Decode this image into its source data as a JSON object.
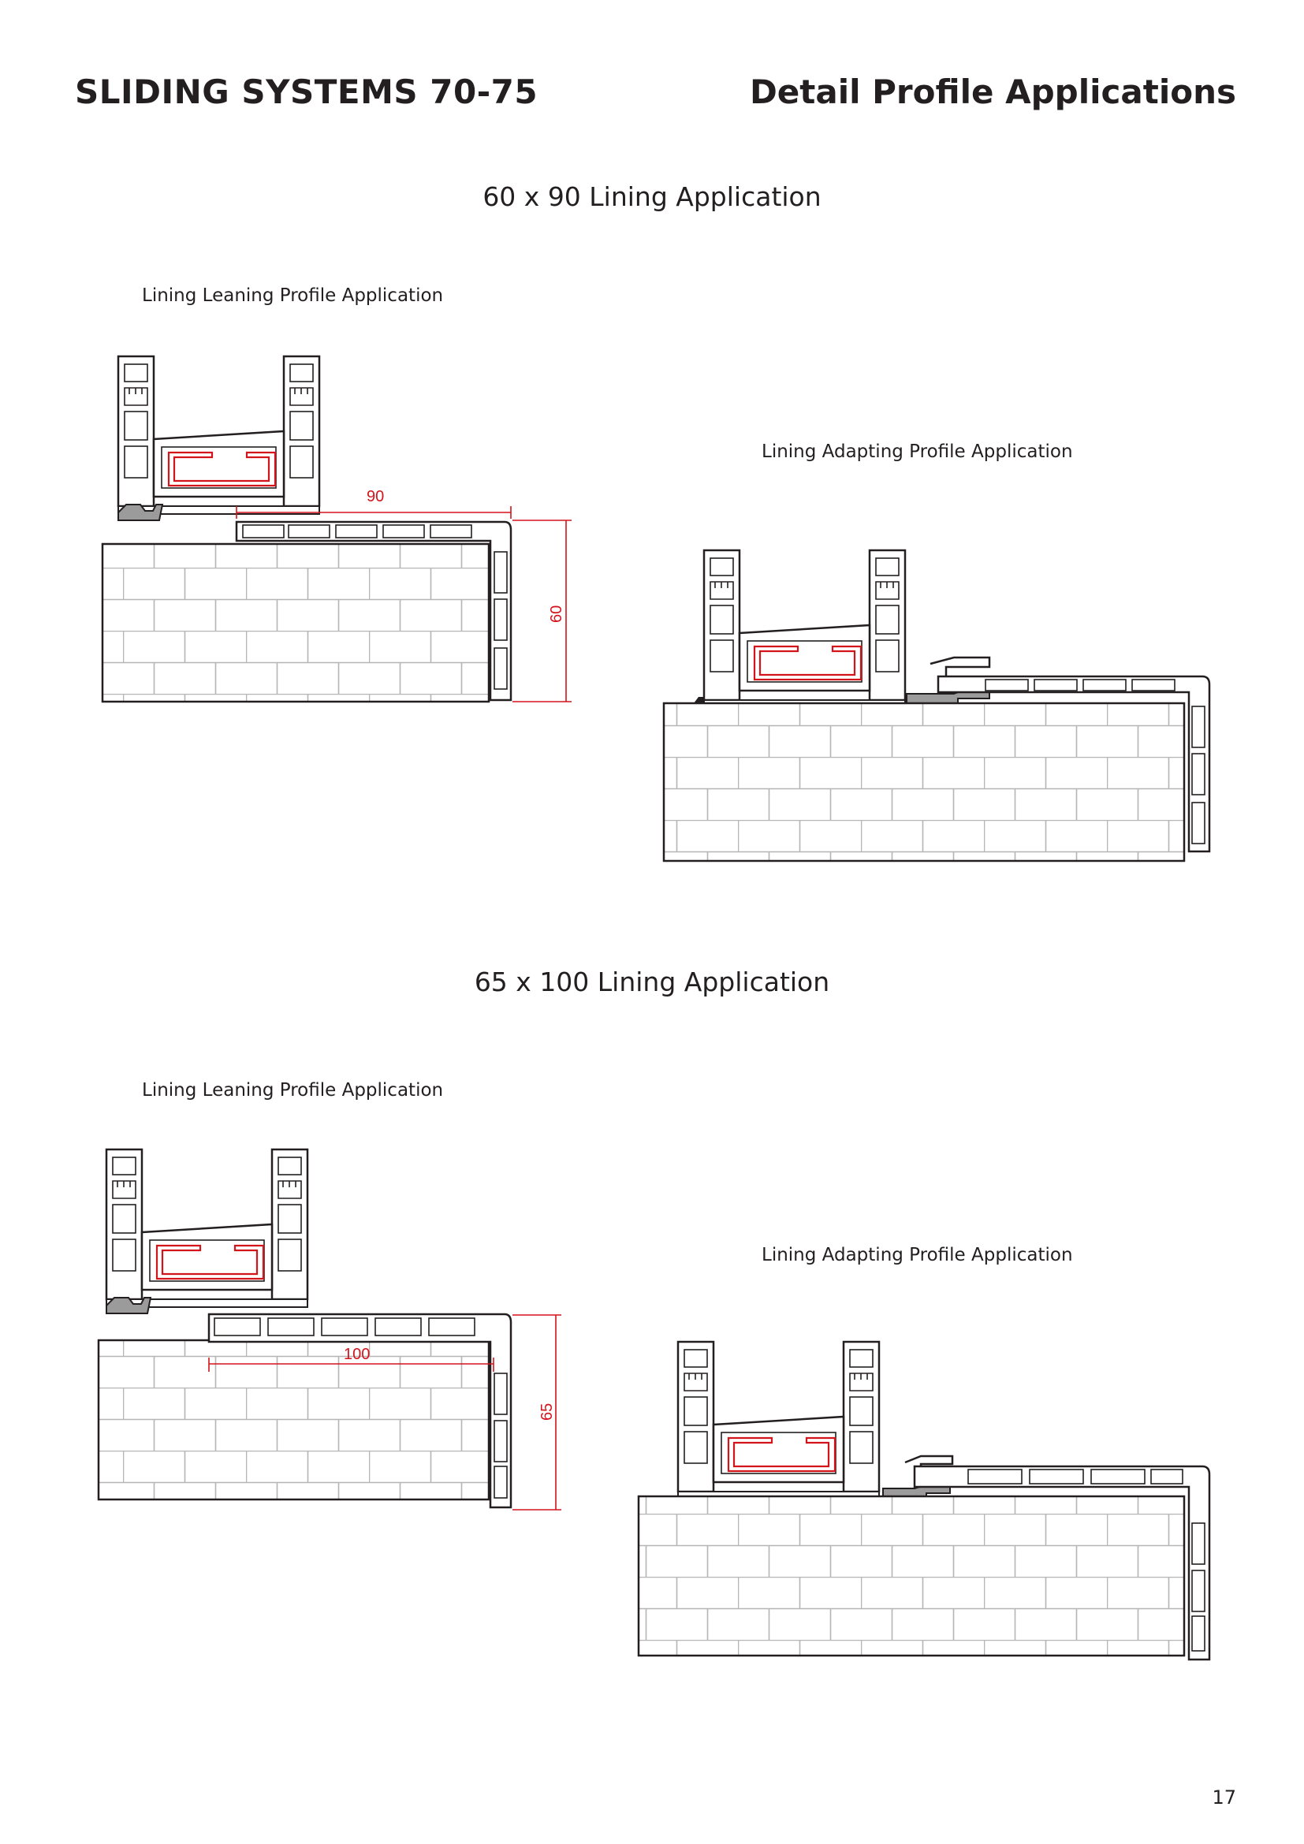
{
  "header": {
    "left_title": "SLIDING SYSTEMS 70-75",
    "right_title": "Detail Profile Applications"
  },
  "sections": [
    {
      "title": "60 x 90 Lining Application",
      "leaning_label": "Lining Leaning Profile Application",
      "adapting_label": "Lining Adapting Profile Application",
      "dim_width": "90",
      "dim_height": "60"
    },
    {
      "title": "65 x 100 Lining Application",
      "leaning_label": "Lining Leaning Profile Application",
      "adapting_label": "Lining Adapting Profile Application",
      "dim_width": "100",
      "dim_height": "65"
    }
  ],
  "page_number": "17",
  "colors": {
    "line": "#231f20",
    "reinforcement": "#d3141b",
    "brick_joint": "#b5b5b5",
    "seal": "#8c8c8c"
  }
}
